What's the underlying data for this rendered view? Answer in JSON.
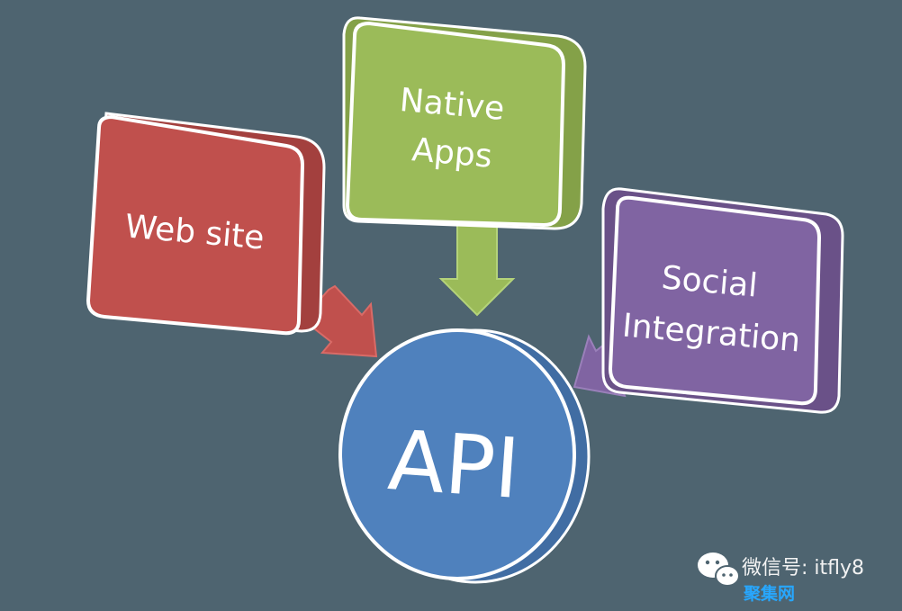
{
  "colors": {
    "background": "#4e6470",
    "website": "#c0504d",
    "website_side": "#a3403e",
    "native": "#9bbb59",
    "native_side": "#84a148",
    "social": "#8064a2",
    "social_side": "#6a5188",
    "api": "#4f81bd",
    "api_side": "#416da3",
    "outline": "#ffffff"
  },
  "nodes": {
    "website": "Web site",
    "native_line1": "Native",
    "native_line2": "Apps",
    "social_line1": "Social",
    "social_line2": "Integration",
    "api": "API"
  },
  "edges": [
    {
      "from": "Web site",
      "to": "API"
    },
    {
      "from": "Native Apps",
      "to": "API"
    },
    {
      "from": "Social Integration",
      "to": "API"
    }
  ],
  "watermark": {
    "account": "微信号: itfly8",
    "brand": "聚集网",
    "icon": "wechat-icon"
  }
}
